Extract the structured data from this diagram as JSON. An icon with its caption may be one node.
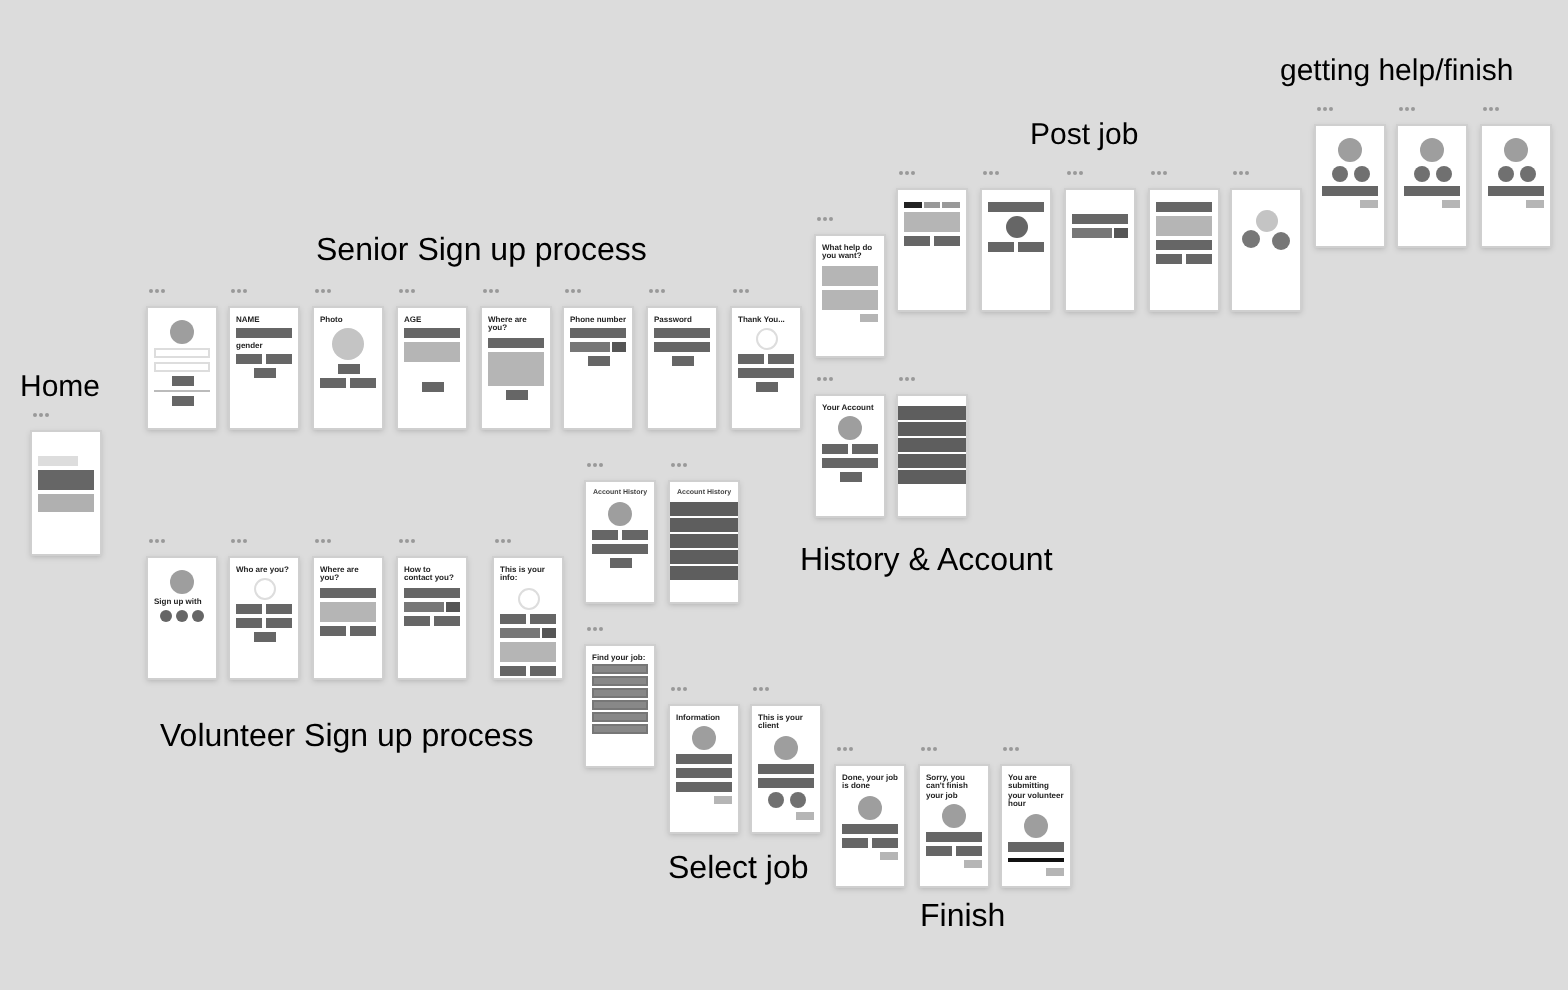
{
  "diagram": {
    "nodes": [
      {
        "text": [],
        "shape": "box"
      },
      {
        "text": [],
        "shape": "box"
      },
      {
        "text": [
          "NAME",
          "gender"
        ]
      },
      {
        "text": [
          "Photo"
        ]
      },
      {
        "text": [
          "AGE"
        ]
      },
      {
        "text": [
          "Where are you?"
        ]
      },
      {
        "text": [
          "Phone number"
        ]
      },
      {
        "text": [
          "Password"
        ]
      },
      {
        "text": [
          "Thank You..."
        ]
      },
      {
        "text": [
          "What help do you want?"
        ]
      },
      {
        "text": [],
        "shape": "box"
      },
      {
        "text": [],
        "shape": "box"
      },
      {
        "text": [],
        "shape": "box"
      },
      {
        "text": [],
        "shape": "box"
      },
      {
        "text": [],
        "shape": "box"
      },
      {
        "text": [],
        "shape": "box"
      },
      {
        "text": [],
        "shape": "box"
      },
      {
        "text": [],
        "shape": "box"
      },
      {
        "text": [
          "Your Account"
        ]
      },
      {
        "text": [],
        "shape": "box"
      },
      {
        "text": [
          "Account",
          "History"
        ]
      },
      {
        "text": [
          "Account",
          "History"
        ]
      },
      {
        "text": [
          "Sign up with"
        ]
      },
      {
        "text": [
          "Who are you?"
        ]
      },
      {
        "text": [
          "Where are you?"
        ]
      },
      {
        "text": [
          "How to contact you?"
        ]
      },
      {
        "text": [
          "This is your info:"
        ]
      },
      {
        "text": [
          "Find your job:"
        ]
      },
      {
        "text": [
          "Information"
        ]
      },
      {
        "text": [
          "This is your client"
        ]
      },
      {
        "text": [
          "Done, your job is done"
        ]
      },
      {
        "text": [
          "Sorry, you can't finish your job"
        ]
      },
      {
        "text": [
          "You are submitting your volunteer hour"
        ]
      }
    ],
    "labels": [
      "getting help/finish",
      "Post job",
      "Senior Sign up process",
      "Home",
      "History & Account",
      "Volunteer Sign up process",
      "Select job",
      "Finish"
    ]
  }
}
